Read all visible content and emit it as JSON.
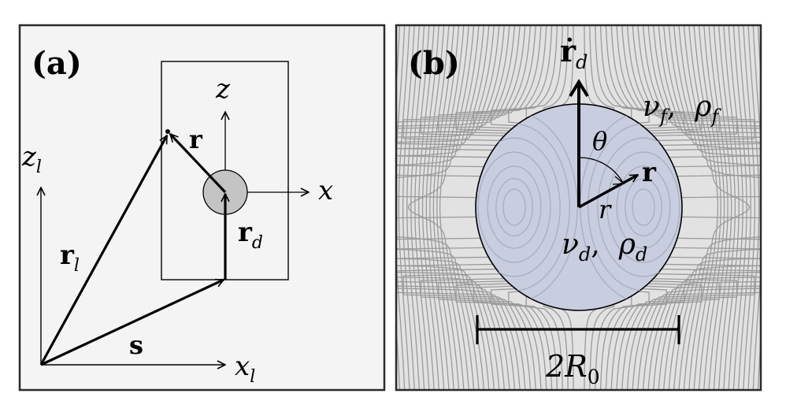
{
  "panel_a": {
    "tag": "(a)",
    "labels": {
      "z_lab": "z",
      "x_lab": "x",
      "zl_main": "z",
      "zl_sub": "l",
      "xl_main": "x",
      "xl_sub": "l",
      "rl_main": "r",
      "rl_sub": "l",
      "rd_main": "r",
      "rd_sub": "d",
      "r": "r",
      "s": "s"
    }
  },
  "panel_b": {
    "tag": "(b)",
    "labels": {
      "rddot_main": "ṙ",
      "rddot_sub": "d",
      "nuf_main": "ν",
      "nuf_sub": "f",
      "rhof_main": "ρ",
      "rhof_sub": "f",
      "nud_main": "ν",
      "nud_sub": "d",
      "rhod_main": "ρ",
      "rhod_sub": "d",
      "comma": ",",
      "theta": "θ",
      "r_bold": "r",
      "r_ital": "r",
      "diameter_main": "2R",
      "diameter_sub": "0"
    }
  },
  "colors": {
    "frame": "#2b2b2b",
    "panel_a_bg": "#f4f4f4",
    "panel_b_bg": "#e2e2e2",
    "streamline": "#9a9a9a",
    "drop_fill": "#c9cde0",
    "inner_streamline": "#a7abbd",
    "particle_fill": "#c4c4c4"
  }
}
